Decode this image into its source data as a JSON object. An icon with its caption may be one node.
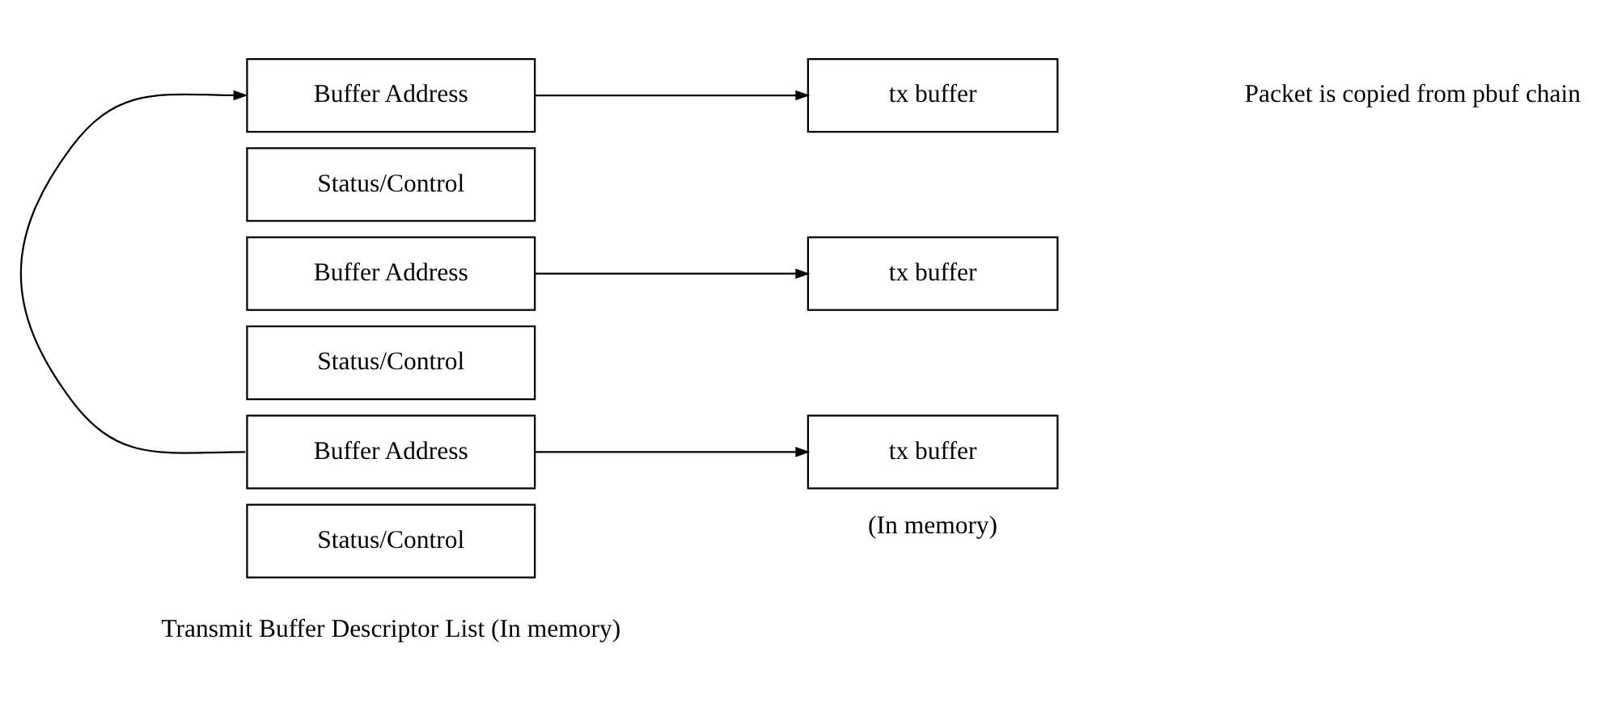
{
  "diagram": {
    "nodes": [
      {
        "text": [
          "Buffer Address"
        ]
      },
      {
        "text": [
          "Status/Control"
        ]
      },
      {
        "text": [
          "Buffer Address"
        ]
      },
      {
        "text": [
          "Status/Control"
        ]
      },
      {
        "text": [
          "Buffer Address"
        ]
      },
      {
        "text": [
          "Status/Control"
        ]
      },
      {
        "text": [
          "tx buffer"
        ]
      },
      {
        "text": [
          "tx buffer"
        ]
      },
      {
        "text": [
          "tx buffer"
        ],
        "beside": [
          "(In memory)"
        ]
      }
    ],
    "edges": [
      {
        "from": 0,
        "to": 6,
        "arrow": "to"
      },
      {
        "from": 2,
        "to": 7,
        "arrow": "to"
      },
      {
        "from": 4,
        "to": 8,
        "arrow": "to"
      },
      {
        "from": 4,
        "to": 0,
        "arrow": "to"
      }
    ],
    "labels": [
      "Packet is copied from pbuf chain",
      "Transmit Buffer Descriptor List (In memory)"
    ]
  }
}
